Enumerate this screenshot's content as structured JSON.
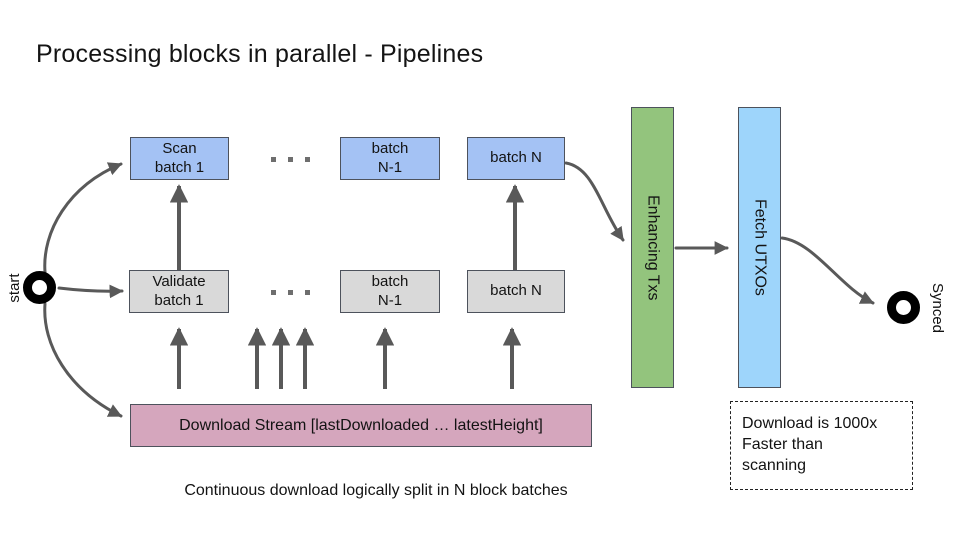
{
  "title": "Processing blocks in parallel - Pipelines",
  "caption": "Continuous download logically split in N block batches",
  "terminals": {
    "start": "start",
    "end": "Synced"
  },
  "pipeline": {
    "scan_row": {
      "batch_1": {
        "line1": "Scan",
        "line2": "batch 1"
      },
      "batch_n_minus_1": {
        "line1": "batch",
        "line2": "N-1"
      },
      "batch_n": {
        "line1": "batch N"
      }
    },
    "validate_row": {
      "batch_1": {
        "line1": "Validate",
        "line2": "batch 1"
      },
      "batch_n_minus_1": {
        "line1": "batch",
        "line2": "N-1"
      },
      "batch_n": {
        "line1": "batch N"
      }
    },
    "download_stream": "Download Stream [lastDownloaded … latestHeight]",
    "stages": {
      "enhancing": "Enhancing Txs",
      "fetch_utxos": "Fetch UTXOs"
    }
  },
  "note": {
    "line1": "Download is 1000x",
    "line2": "Faster than",
    "line3": "scanning"
  },
  "colors": {
    "scan_box": "#a4c2f4",
    "validate_box": "#d9d9d9",
    "download_box": "#d5a6bd",
    "enhancing_box": "#93c47d",
    "fetch_box": "#9ed5fb",
    "connector": "#595959",
    "terminal": "#000000"
  }
}
